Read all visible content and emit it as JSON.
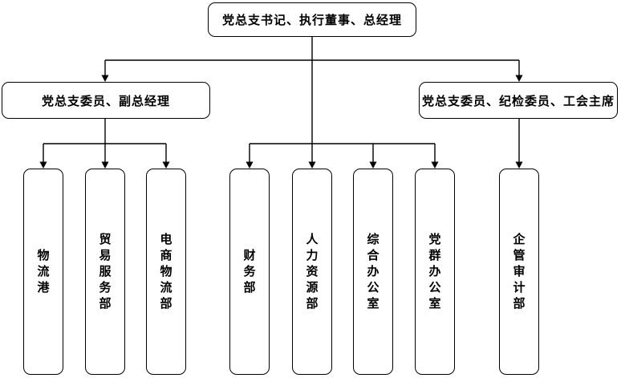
{
  "page": {
    "background_color": "#ffffff",
    "line_color": "#000000",
    "box_border_color": "#000000",
    "text_color": "#000000"
  },
  "org_chart": {
    "root": {
      "label": "党总支书记、执行董事、总经理"
    },
    "level2": [
      {
        "id": "deputy-gm",
        "label": "党总支委员、副总经理"
      },
      {
        "id": "discipline-union",
        "label": "党总支委员、纪检委员、工会主席"
      }
    ],
    "departments": [
      {
        "label": "物流港",
        "parent": "deputy-gm"
      },
      {
        "label": "贸易服务部",
        "parent": "deputy-gm"
      },
      {
        "label": "电商物流部",
        "parent": "deputy-gm"
      },
      {
        "label": "财务部",
        "parent": "root"
      },
      {
        "label": "人力资源部",
        "parent": "root"
      },
      {
        "label": "综合办公室",
        "parent": "root"
      },
      {
        "label": "党群办公室",
        "parent": "root"
      },
      {
        "label": "企管审计部",
        "parent": "discipline-union"
      }
    ]
  }
}
